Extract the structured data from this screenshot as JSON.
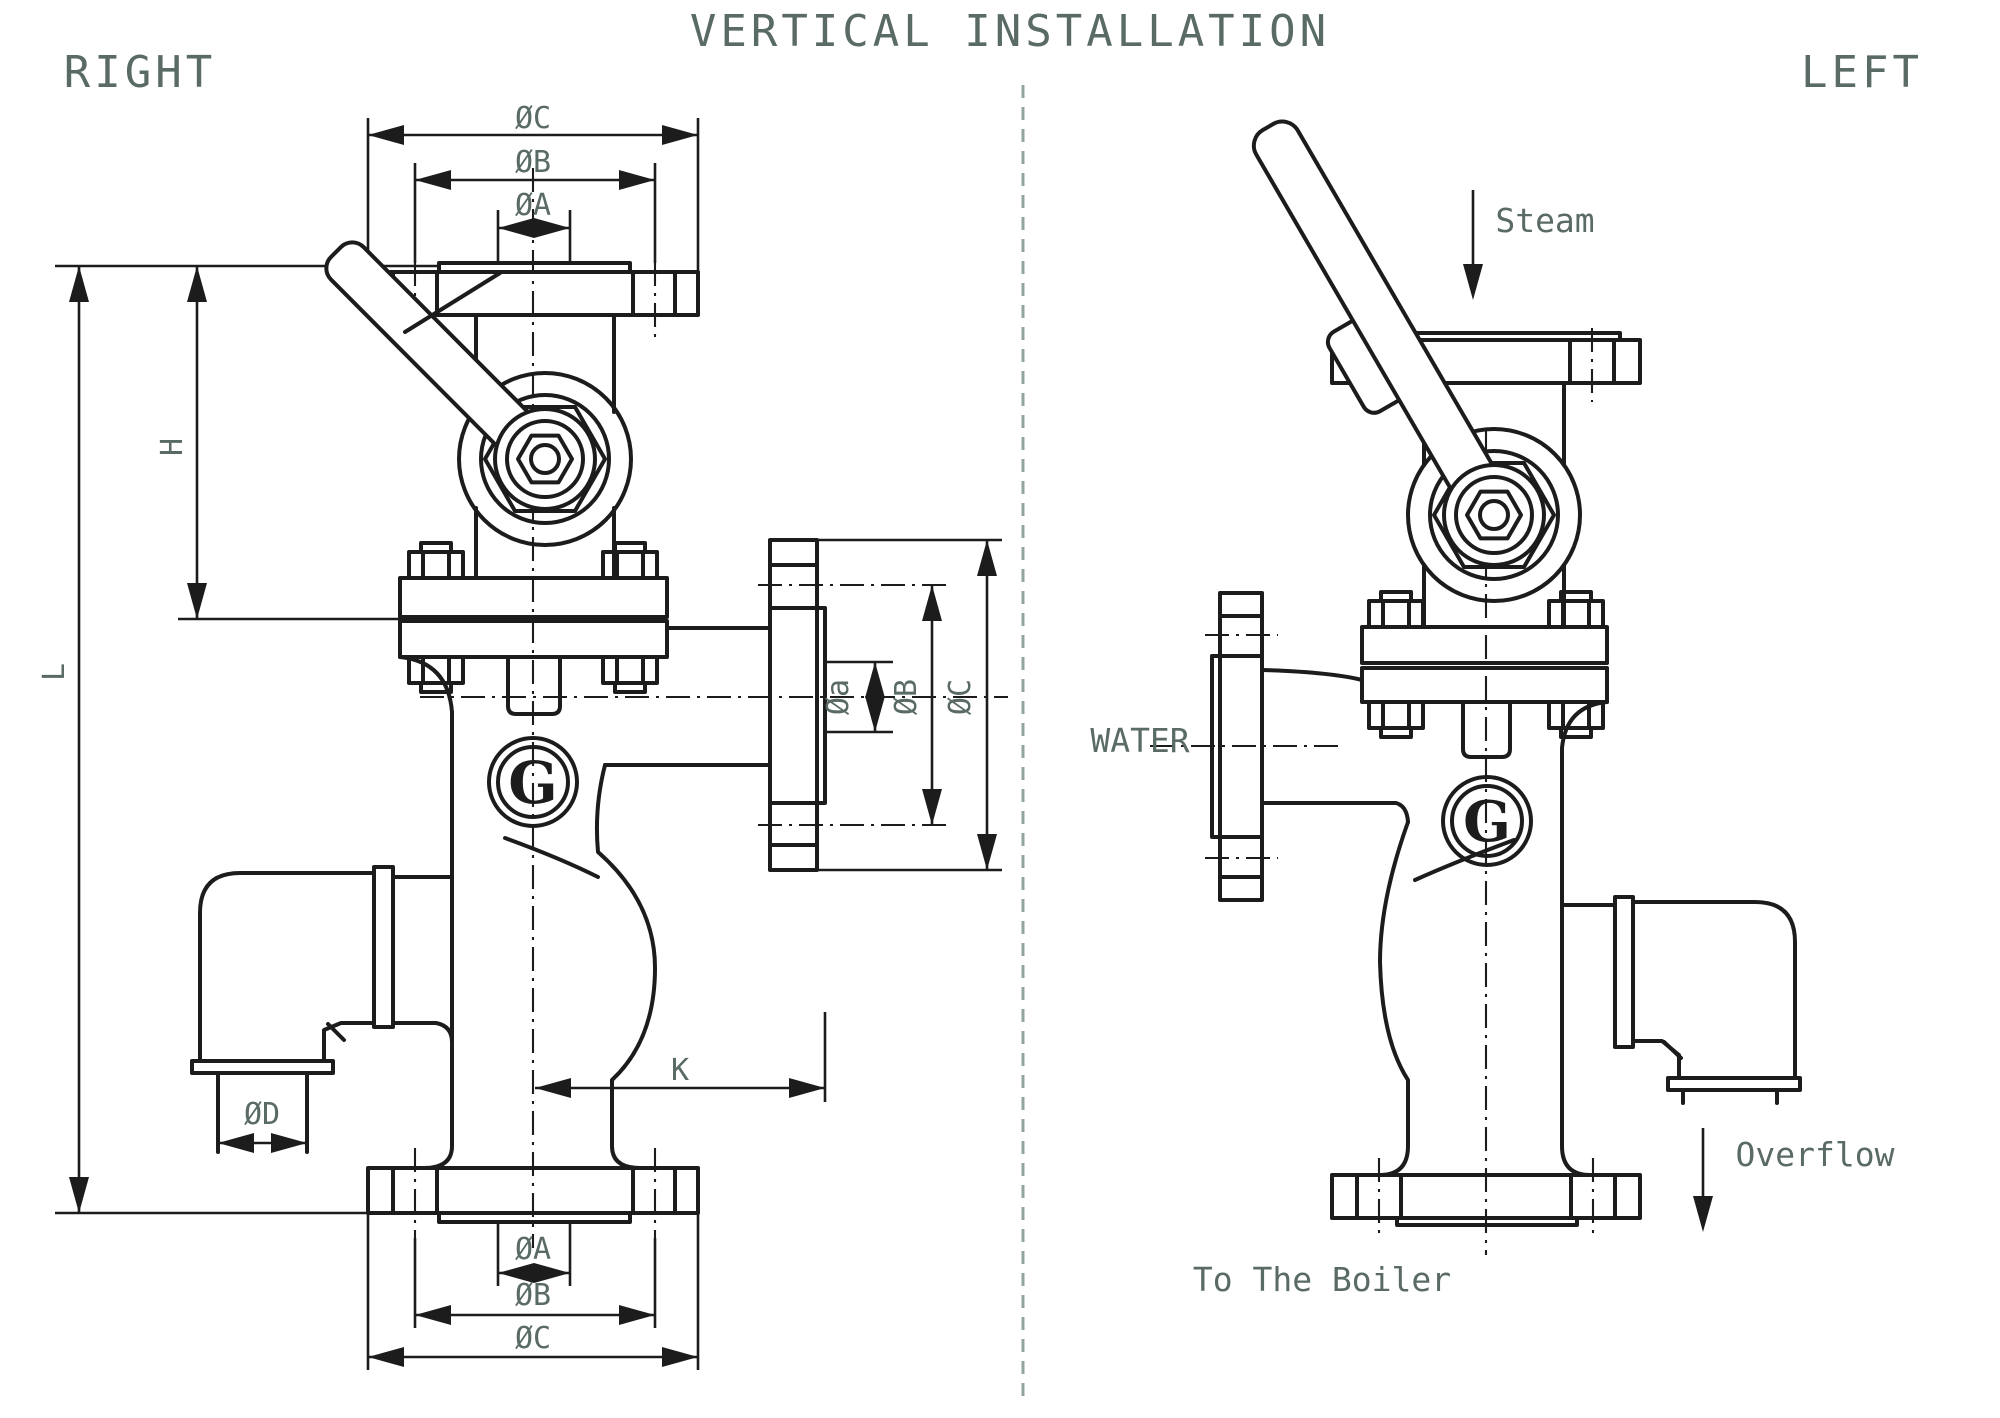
{
  "title": "VERTICAL INSTALLATION",
  "view_labels": {
    "left_panel": "RIGHT",
    "right_panel": "LEFT"
  },
  "dim_labels": {
    "dia_a": "ØA",
    "dia_b": "ØB",
    "dia_c": "ØC",
    "dia_d": "ØD",
    "dia_a_small": "Øa",
    "height": "H",
    "length": "L",
    "offset_k": "K"
  },
  "flow_labels": {
    "steam": "Steam",
    "water": "WATER",
    "overflow": "Overflow",
    "to_boiler": "To The Boiler"
  },
  "logo": {
    "letter": "G"
  },
  "colors": {
    "line": "#1c1c1c",
    "label_text": "#5a6a64",
    "divider": "#92a59d",
    "background": "#ffffff"
  }
}
